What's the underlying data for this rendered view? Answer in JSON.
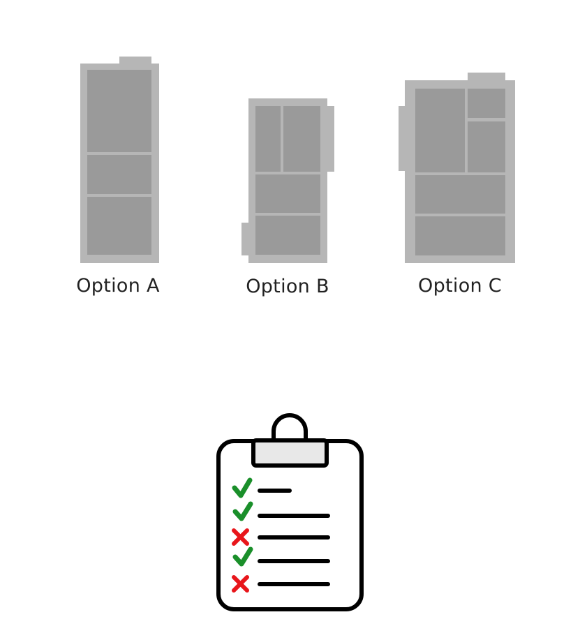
{
  "options": [
    {
      "id": "A",
      "label": "Option A"
    },
    {
      "id": "B",
      "label": "Option B"
    },
    {
      "id": "C",
      "label": "Option C"
    }
  ],
  "checklist": {
    "icon": "clipboard-checklist-icon",
    "items": [
      {
        "status": "check",
        "icon": "checkmark-icon"
      },
      {
        "status": "check",
        "icon": "checkmark-icon"
      },
      {
        "status": "cross",
        "icon": "cross-icon"
      },
      {
        "status": "check",
        "icon": "checkmark-icon"
      },
      {
        "status": "cross",
        "icon": "cross-icon"
      }
    ]
  },
  "colors": {
    "wall": "#b6b6b6",
    "room": "#9a9a9a",
    "check": "#1a8f2a",
    "cross": "#e8161b",
    "clip": "#e8e8e8",
    "outline": "#000000"
  }
}
